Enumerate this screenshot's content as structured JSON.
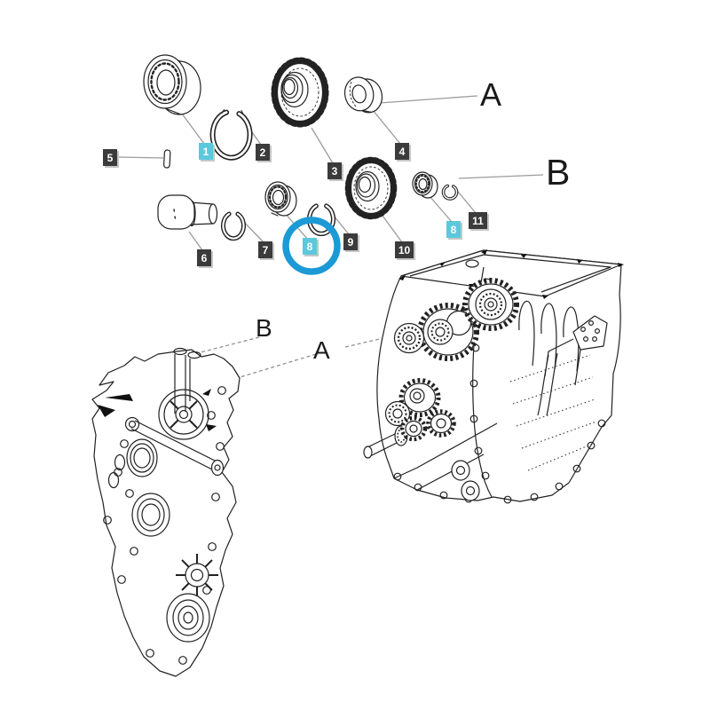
{
  "diagram": {
    "kind": "exploded-parts-diagram",
    "callouts": [
      {
        "num": "1",
        "style": "highlight"
      },
      {
        "num": "2",
        "style": "dark"
      },
      {
        "num": "3",
        "style": "dark"
      },
      {
        "num": "4",
        "style": "dark"
      },
      {
        "num": "5",
        "style": "dark"
      },
      {
        "num": "6",
        "style": "dark"
      },
      {
        "num": "7",
        "style": "dark"
      },
      {
        "num": "8",
        "style": "highlight"
      },
      {
        "num": "9",
        "style": "dark"
      },
      {
        "num": "10",
        "style": "dark"
      },
      {
        "num": "8",
        "style": "highlight"
      },
      {
        "num": "11",
        "style": "dark"
      }
    ],
    "reference_labels": {
      "a_top": "A",
      "b_top": "B",
      "b_bottom": "B",
      "a_bottom": "A"
    },
    "colors": {
      "highlight_box": "#5bc8dc",
      "dark_box": "#3b3b3b",
      "selection_circle": "#1b9ad6",
      "leader_line": "#9b9b9b",
      "line_art": "#222222",
      "background": "#ffffff"
    }
  }
}
